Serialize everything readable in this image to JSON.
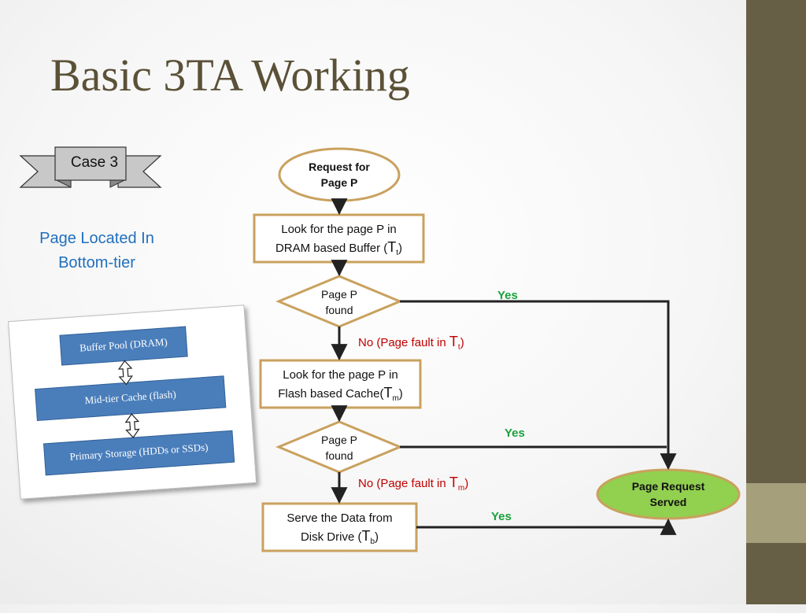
{
  "title": "Basic 3TA Working",
  "case_banner": "Case 3",
  "subtitle_line1": "Page Located In",
  "subtitle_line2": "Bottom-tier",
  "tiers": {
    "buffer_pool": "Buffer Pool (DRAM)",
    "mid_tier": "Mid-tier Cache (flash)",
    "primary_storage": "Primary Storage (HDDs or SSDs)"
  },
  "flow": {
    "start_line1": "Request for",
    "start_line2": "Page P",
    "step1_line1": "Look for the page P in",
    "step1_line2": "DRAM based Buffer (",
    "step1_T": "T",
    "step1_sub": "t",
    "step1_close": ")",
    "decision1_line1": "Page  P",
    "decision1_line2": "found",
    "yes1": "Yes",
    "no1_text": "No (Page fault in ",
    "no1_T": "T",
    "no1_sub": "t",
    "no1_close": ")",
    "step2_line1": "Look for the page P in",
    "step2_line2": "Flash based Cache(",
    "step2_T": "T",
    "step2_sub": "m",
    "step2_close": ")",
    "decision2_line1": "Page  P",
    "decision2_line2": "found",
    "yes2": "Yes",
    "no2_text": "No (Page fault in ",
    "no2_T": "T",
    "no2_sub": "m",
    "no2_close": ")",
    "step3_line1": "Serve the Data from",
    "step3_line2": "Disk Drive (",
    "step3_T": "T",
    "step3_sub": "b",
    "step3_close": ")",
    "yes3": "Yes",
    "end_line1": "Page Request",
    "end_line2": "Served"
  },
  "colors": {
    "box_border": "#c9a15e",
    "end_fill": "#92d050",
    "tier_fill": "#4a7ebb",
    "sidebar": "#675e46",
    "sidebar_accent": "#a59f7c"
  }
}
